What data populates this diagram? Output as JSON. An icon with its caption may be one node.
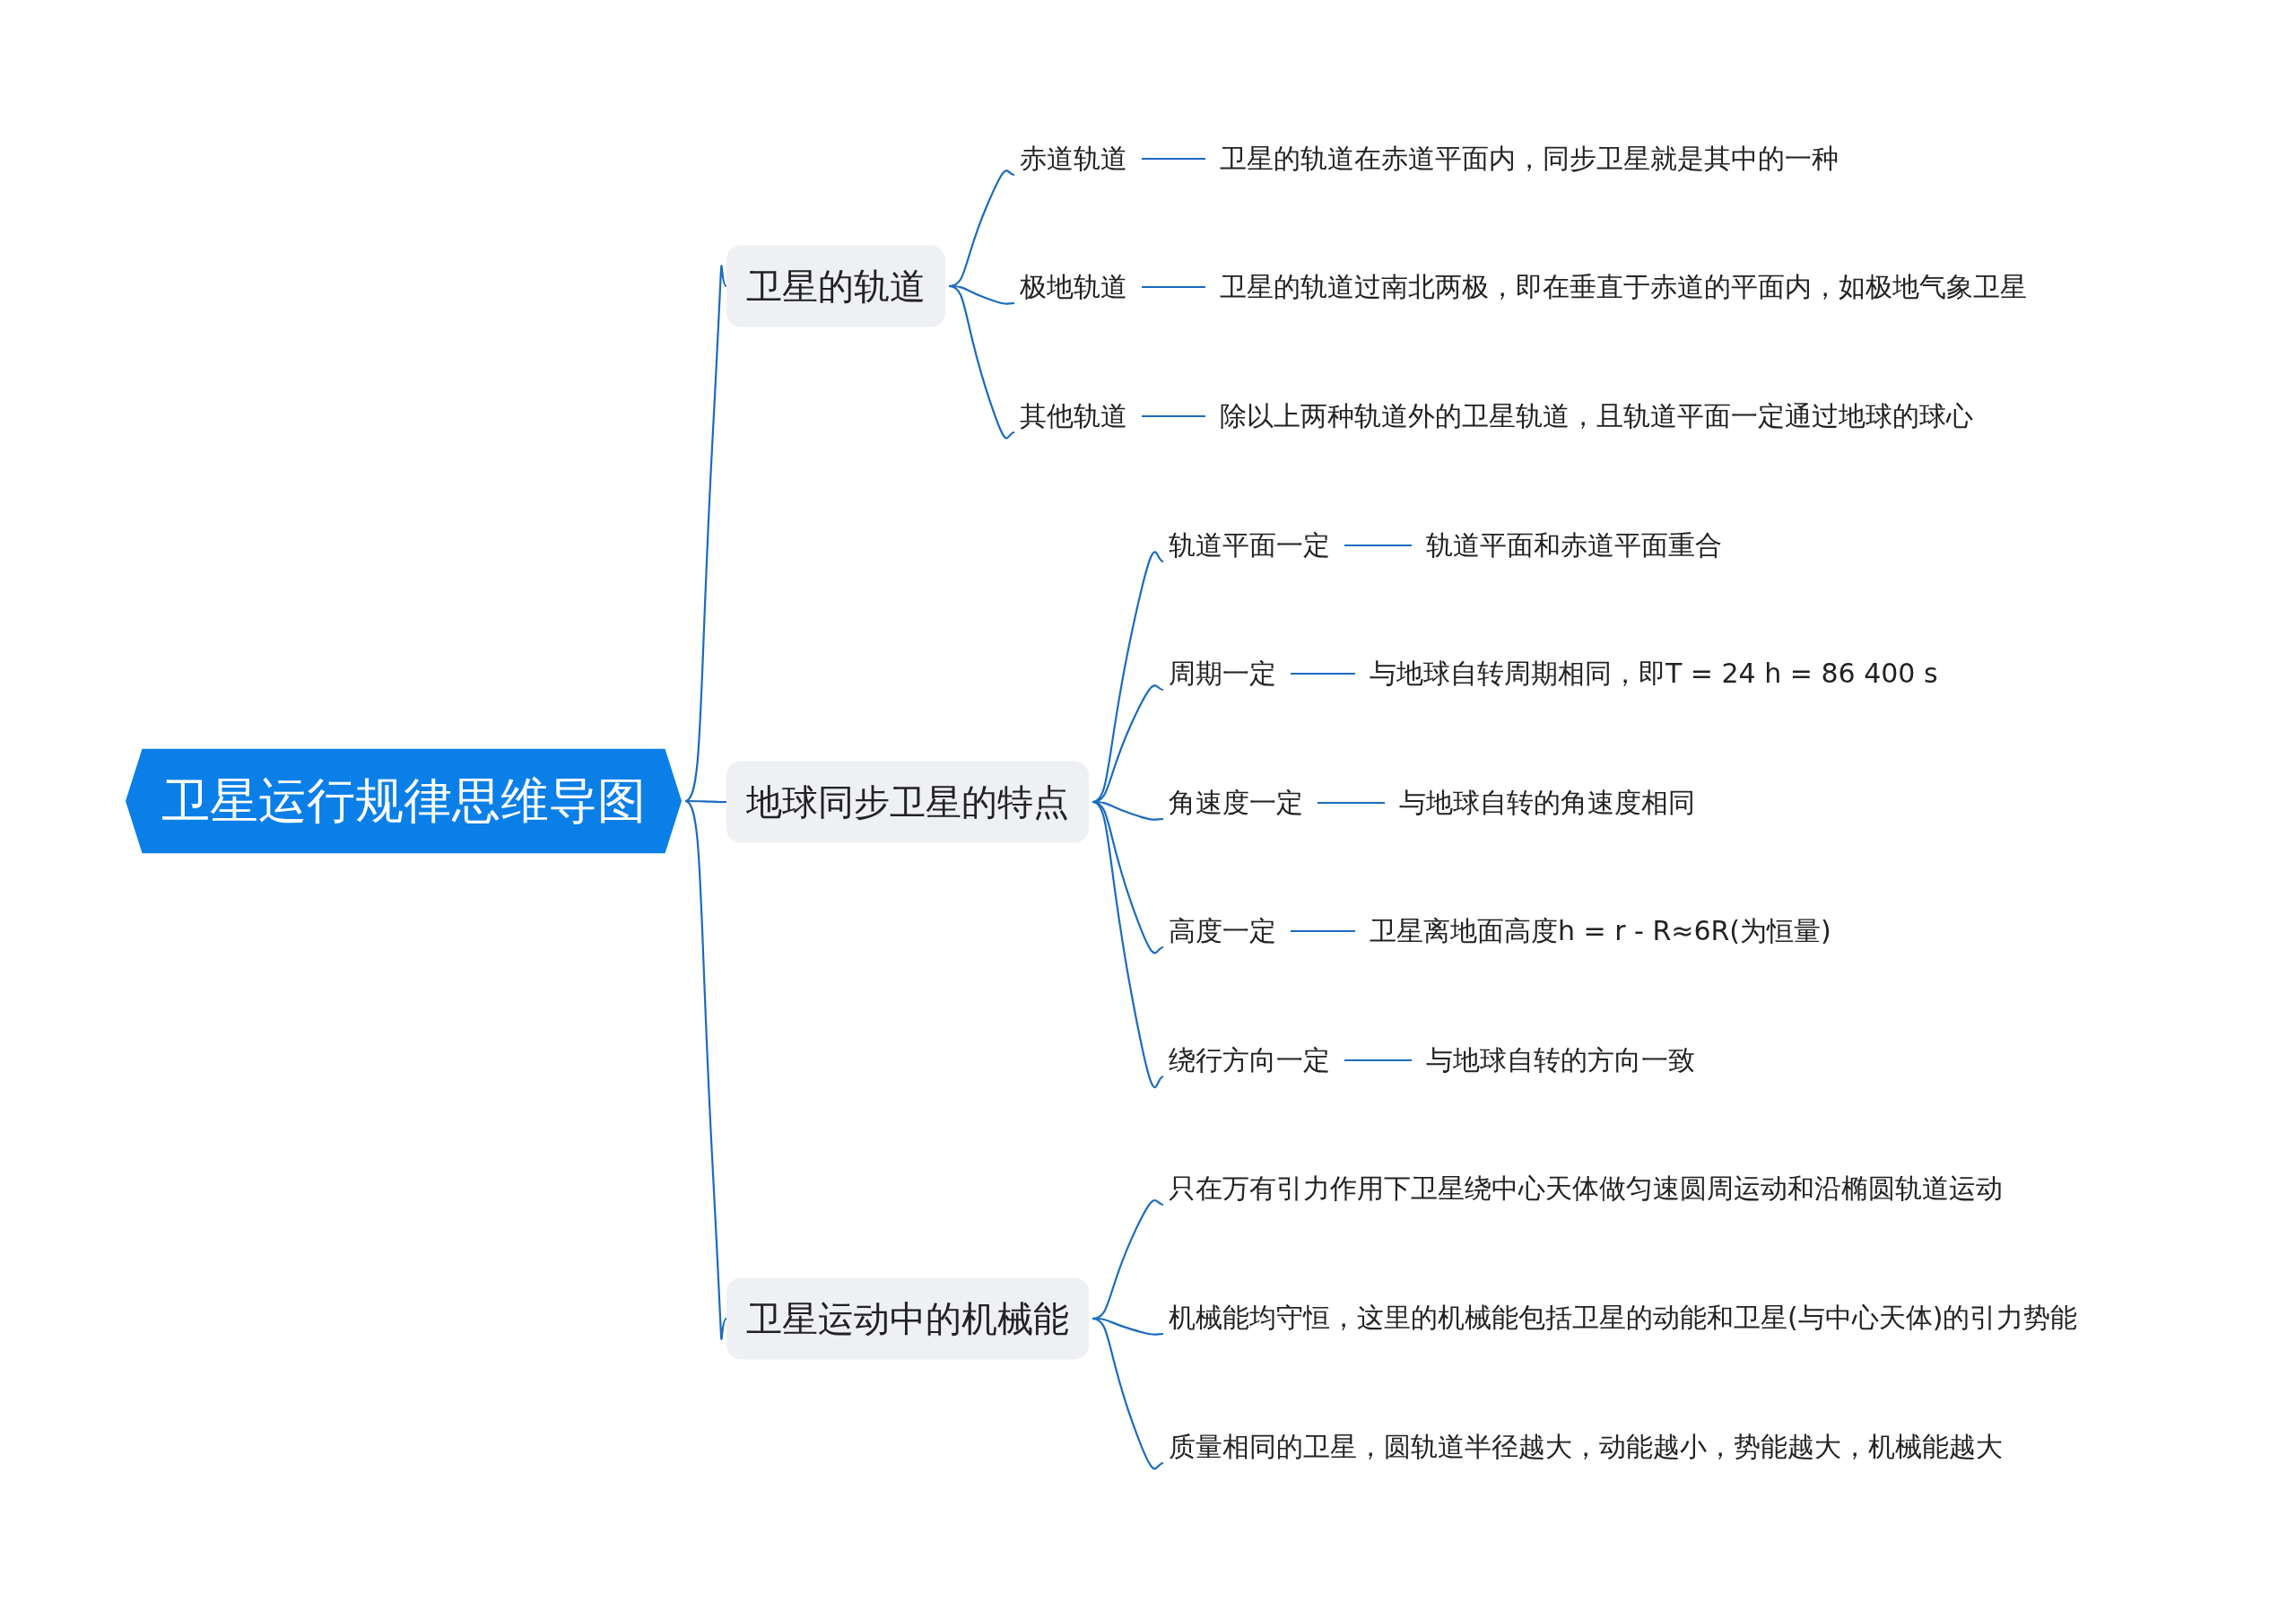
{
  "diagram": {
    "nodes": [
      {
        "text": [
          "卫星运行规律思维导图"
        ]
      },
      {
        "text": [
          "卫星的轨道"
        ]
      },
      {
        "text": [
          "地球同步卫星的特点"
        ]
      },
      {
        "text": [
          "卫星运动中的机械能"
        ]
      },
      {
        "text": [
          "赤道轨道"
        ]
      },
      {
        "text": [
          "卫星的轨道在赤道平面内，同步卫星就是其中的一种"
        ]
      },
      {
        "text": [
          "极地轨道"
        ]
      },
      {
        "text": [
          "卫星的轨道过南北两极，即在垂直于赤道的平面内，如极地气象卫星"
        ]
      },
      {
        "text": [
          "其他轨道"
        ]
      },
      {
        "text": [
          "除以上两种轨道外的卫星轨道，且轨道平面一定通过地球的球心"
        ]
      },
      {
        "text": [
          "轨道平面一定"
        ]
      },
      {
        "text": [
          "轨道平面和赤道平面重合"
        ]
      },
      {
        "text": [
          "周期一定"
        ]
      },
      {
        "text": [
          "与地球自转周期相同，即T = 24 h = 86 400 s"
        ]
      },
      {
        "text": [
          "角速度一定"
        ]
      },
      {
        "text": [
          "与地球自转的角速度相同"
        ]
      },
      {
        "text": [
          "高度一定"
        ]
      },
      {
        "text": [
          "卫星离地面高度h = r - R≈6R(为恒量)"
        ]
      },
      {
        "text": [
          "绕行方向一定"
        ]
      },
      {
        "text": [
          "与地球自转的方向一致"
        ]
      },
      {
        "text": [
          "只在万有引力作用下卫星绕中心天体做匀速圆周运动和沿椭圆轨道运动"
        ]
      },
      {
        "text": [
          "机械能均守恒，这里的机械能包括卫星的动能和卫星(与中心天体)的引力势能"
        ]
      },
      {
        "text": [
          "质量相同的卫星，圆轨道半径越大，动能越小，势能越大，机械能越大"
        ]
      }
    ],
    "edges": [
      {
        "from": 0,
        "to": 1,
        "arrow": "none"
      },
      {
        "from": 0,
        "to": 2,
        "arrow": "none"
      },
      {
        "from": 0,
        "to": 3,
        "arrow": "none"
      },
      {
        "from": 1,
        "to": 4,
        "arrow": "none"
      },
      {
        "from": 4,
        "to": 5,
        "arrow": "none"
      },
      {
        "from": 1,
        "to": 6,
        "arrow": "none"
      },
      {
        "from": 6,
        "to": 7,
        "arrow": "none"
      },
      {
        "from": 1,
        "to": 8,
        "arrow": "none"
      },
      {
        "from": 8,
        "to": 9,
        "arrow": "none"
      },
      {
        "from": 2,
        "to": 10,
        "arrow": "none"
      },
      {
        "from": 10,
        "to": 11,
        "arrow": "none"
      },
      {
        "from": 2,
        "to": 12,
        "arrow": "none"
      },
      {
        "from": 12,
        "to": 13,
        "arrow": "none"
      },
      {
        "from": 2,
        "to": 14,
        "arrow": "none"
      },
      {
        "from": 14,
        "to": 15,
        "arrow": "none"
      },
      {
        "from": 2,
        "to": 16,
        "arrow": "none"
      },
      {
        "from": 16,
        "to": 17,
        "arrow": "none"
      },
      {
        "from": 2,
        "to": 18,
        "arrow": "none"
      },
      {
        "from": 18,
        "to": 19,
        "arrow": "none"
      },
      {
        "from": 3,
        "to": 20,
        "arrow": "none"
      },
      {
        "from": 3,
        "to": 21,
        "arrow": "none"
      },
      {
        "from": 3,
        "to": 22,
        "arrow": "none"
      }
    ]
  }
}
